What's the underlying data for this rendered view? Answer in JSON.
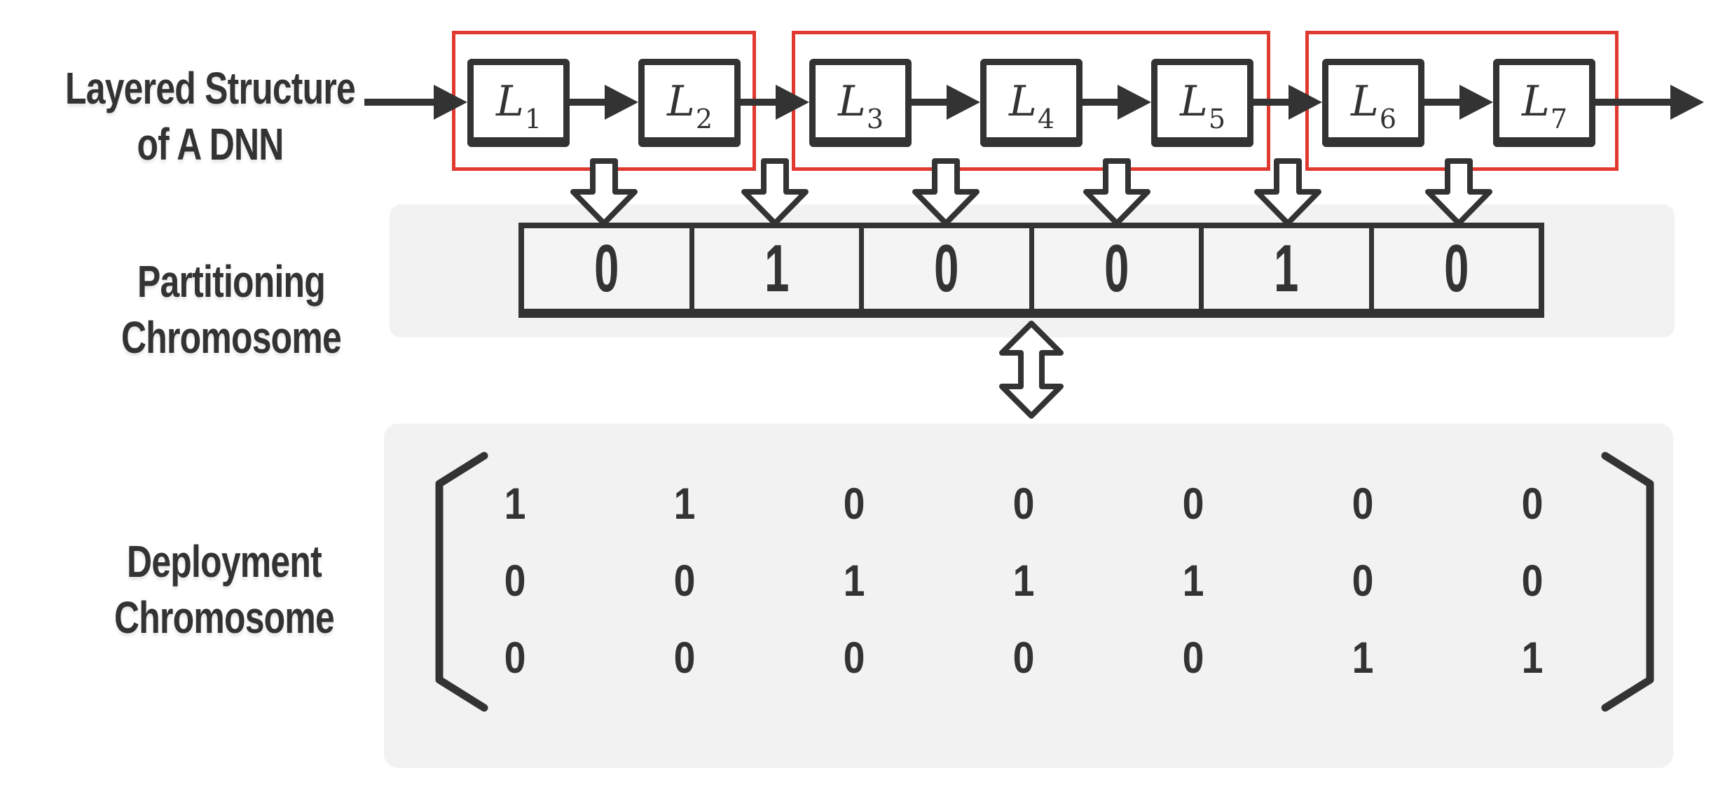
{
  "figure": {
    "dnn": {
      "label_line1": "Layered Structure",
      "label_line2": "of A DNN",
      "layers": [
        {
          "base": "L",
          "sub": "1"
        },
        {
          "base": "L",
          "sub": "2"
        },
        {
          "base": "L",
          "sub": "3"
        },
        {
          "base": "L",
          "sub": "4"
        },
        {
          "base": "L",
          "sub": "5"
        },
        {
          "base": "L",
          "sub": "6"
        },
        {
          "base": "L",
          "sub": "7"
        }
      ],
      "groups": [
        [
          1,
          2
        ],
        [
          3,
          4,
          5
        ],
        [
          6,
          7
        ]
      ]
    },
    "partitioning": {
      "label_line1": "Partitioning",
      "label_line2": "Chromosome",
      "cells": [
        "0",
        "1",
        "0",
        "0",
        "1",
        "0"
      ]
    },
    "deployment": {
      "label_line1": "Deployment",
      "label_line2": "Chromosome",
      "matrix": [
        [
          "1",
          "1",
          "0",
          "0",
          "0",
          "0",
          "0"
        ],
        [
          "0",
          "0",
          "1",
          "1",
          "1",
          "0",
          "0"
        ],
        [
          "0",
          "0",
          "0",
          "0",
          "0",
          "1",
          "1"
        ]
      ]
    },
    "colors": {
      "ink": "#333333",
      "accent_red": "#e0392f",
      "panel_gray": "#f2f2f3",
      "cell_gray": "#f4f4f5"
    }
  }
}
